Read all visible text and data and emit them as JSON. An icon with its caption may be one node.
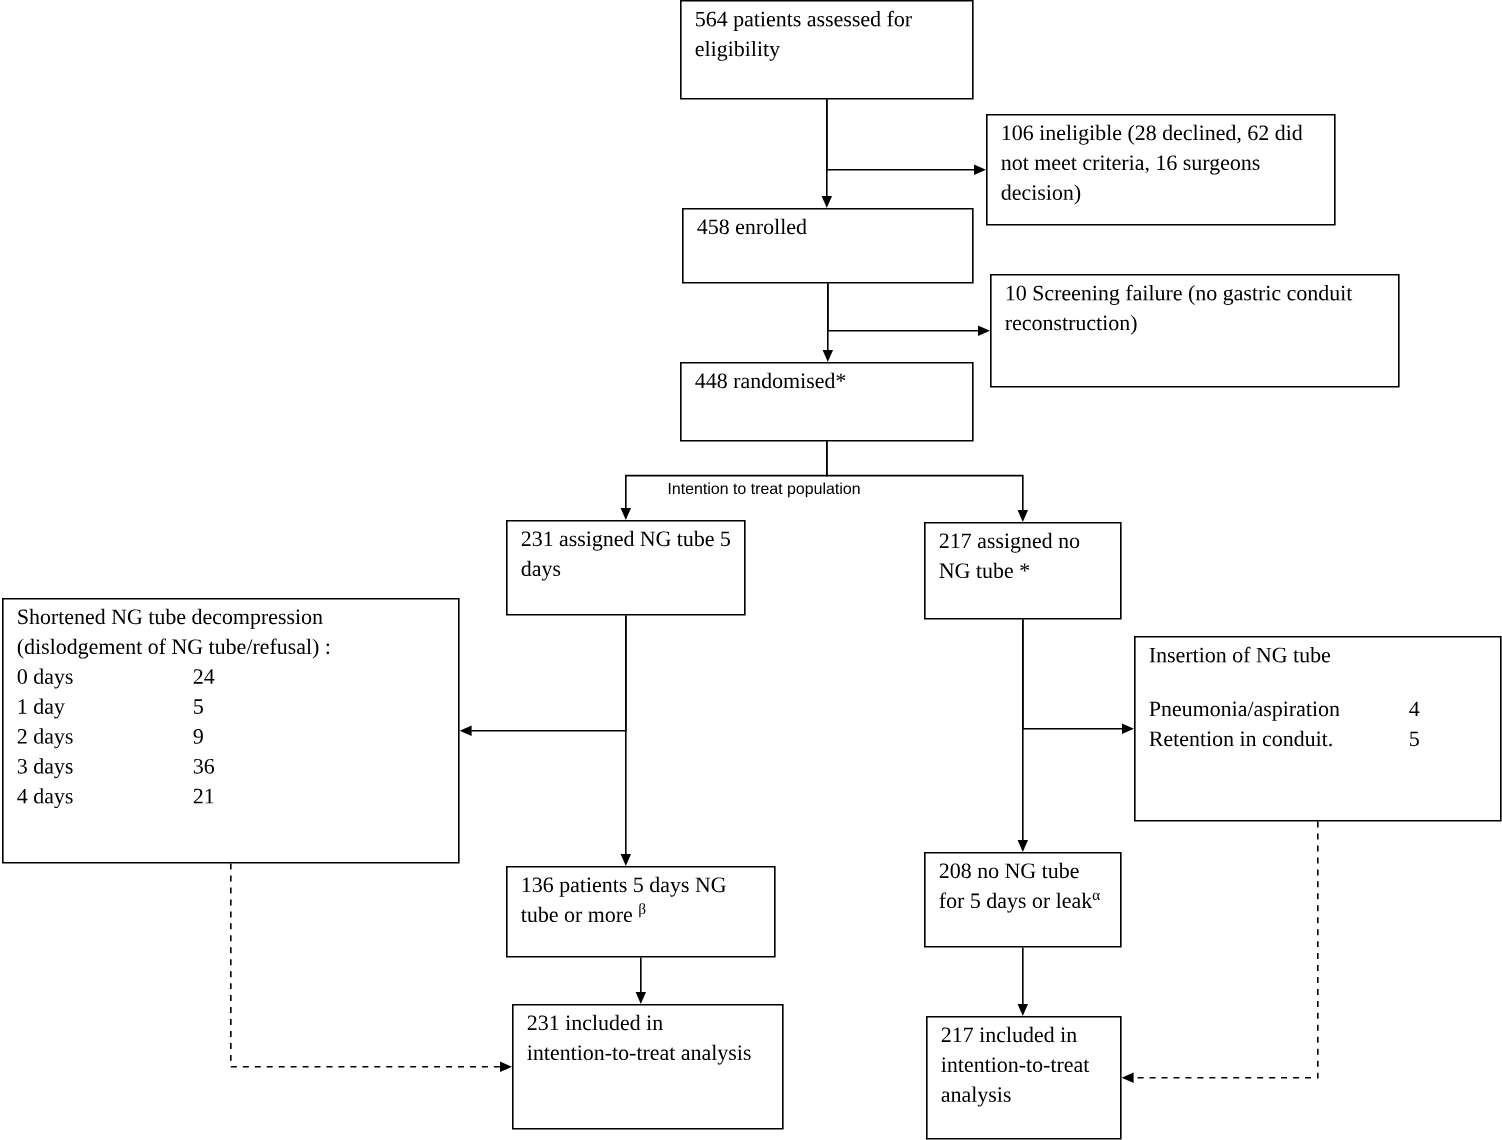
{
  "diagram": {
    "nodes": [
      {
        "text": [
          "564 patients assessed for eligibility"
        ]
      },
      {
        "text": [
          "106 ineligible (28 declined, 62 did not meet criteria, 16 surgeons decision)"
        ]
      },
      {
        "text": [
          "458 enrolled"
        ]
      },
      {
        "text": [
          "10 Screening failure (no gastric conduit reconstruction)"
        ]
      },
      {
        "text": [
          "448 randomised*"
        ]
      },
      {
        "text": [
          "231 assigned NG tube 5 days"
        ]
      },
      {
        "text": [
          "217 assigned no NG tube *"
        ]
      },
      {
        "text": [
          "Shortened NG tube decompression (dislodgement of NG tube/refusal) :",
          "0 days",
          "24",
          "1 day",
          "5",
          "2 days",
          "9",
          "3 days",
          "36",
          "4 days",
          "21"
        ]
      },
      {
        "text": [
          "Insertion of NG tube",
          "Pneumonia/aspiration",
          "4",
          "Retention in conduit.",
          "5"
        ]
      },
      {
        "text": [
          "136 patients 5 days NG tube or more $^{β}$"
        ]
      },
      {
        "text": [
          "208 no NG tube for 5 days or leak$^{α}$"
        ]
      },
      {
        "text": [
          "231 included in intention-to-treat analysis"
        ]
      },
      {
        "text": [
          "217 included in intention-to-treat analysis"
        ]
      }
    ],
    "edges": [
      {
        "from": 0,
        "to": 2,
        "arrow": "to"
      },
      {
        "from": 0,
        "to": 1,
        "arrow": "to"
      },
      {
        "from": 2,
        "to": 4,
        "arrow": "to"
      },
      {
        "from": 2,
        "to": 3,
        "arrow": "to"
      },
      {
        "from": 4,
        "to": 5,
        "arrow": "to"
      },
      {
        "from": 4,
        "to": 6,
        "arrow": "to"
      },
      {
        "from": 5,
        "to": 9,
        "arrow": "to"
      },
      {
        "from": 5,
        "to": 7,
        "arrow": "to"
      },
      {
        "from": 6,
        "to": 10,
        "arrow": "to"
      },
      {
        "from": 6,
        "to": 8,
        "arrow": "to"
      },
      {
        "from": 9,
        "to": 11,
        "arrow": "to"
      },
      {
        "from": 10,
        "to": 12,
        "arrow": "to"
      },
      {
        "from": 7,
        "to": 11,
        "arrow": "to",
        "style": "dashed"
      },
      {
        "from": 8,
        "to": 12,
        "arrow": "to",
        "style": "dashed"
      }
    ],
    "labels": [
      "Intention to treat population"
    ]
  }
}
